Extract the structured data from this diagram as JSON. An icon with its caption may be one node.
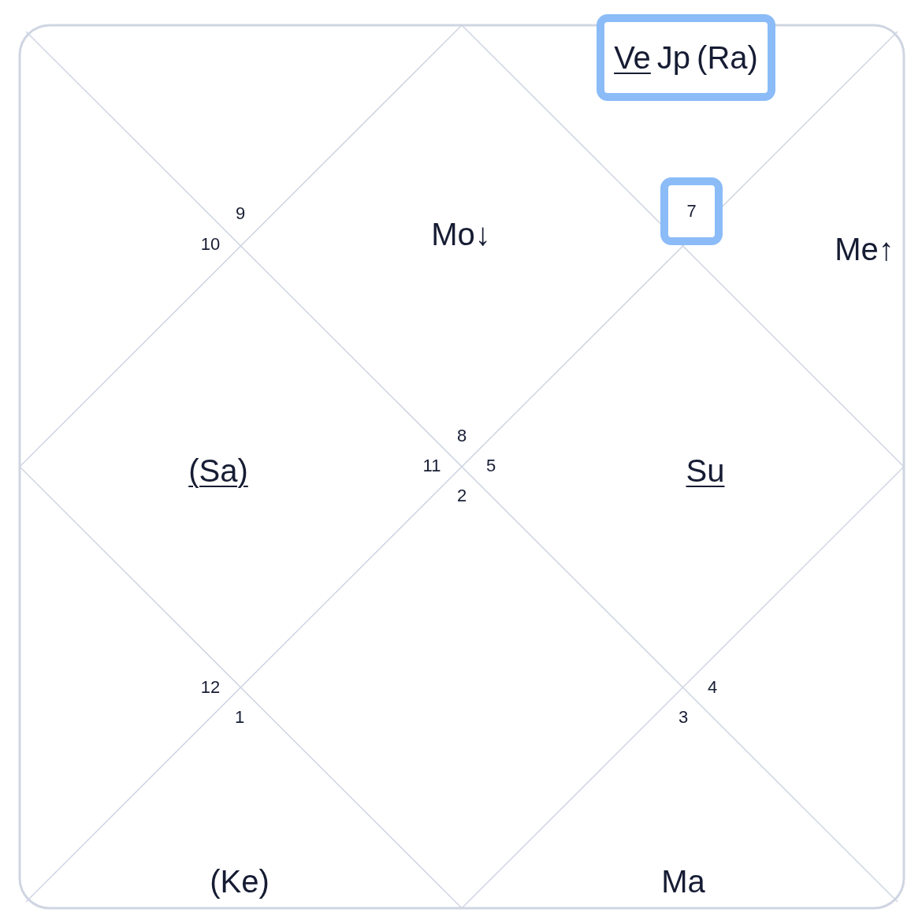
{
  "diagram": {
    "nodes": [
      {
        "text": [
          "Ve",
          "Jp",
          "(Ra)"
        ]
      },
      {
        "text": [
          "7"
        ]
      }
    ],
    "labels": [
      "9",
      "10",
      "Mo↓",
      "Me↑",
      "8",
      "(Sa)",
      "11",
      "5",
      "Su",
      "2",
      "12",
      "4",
      "1",
      "3",
      "(Ke)",
      "Ma"
    ]
  }
}
